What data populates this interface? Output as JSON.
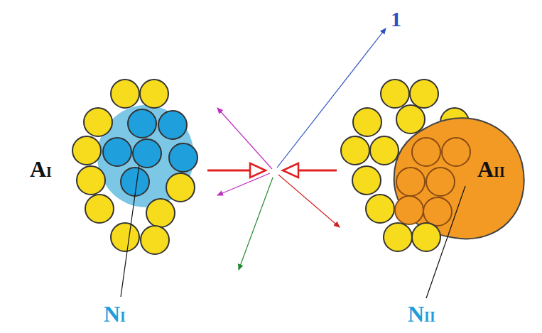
{
  "diagram": {
    "labels": [
      "1",
      "AI",
      "AII",
      "NI",
      "NII"
    ]
  }
}
